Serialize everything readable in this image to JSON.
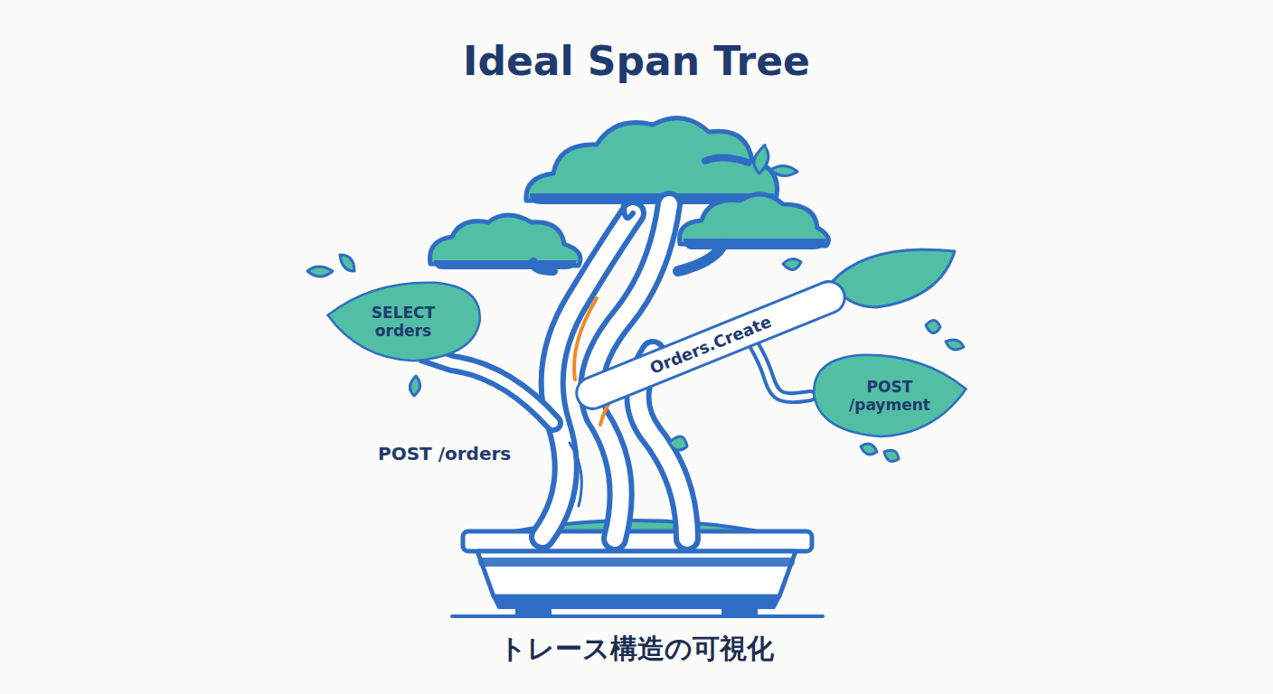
{
  "diagram": {
    "title": "Ideal Span Tree",
    "caption": "トレース構造の可視化",
    "nodes": [
      {
        "text": [
          "SELECT orders"
        ]
      },
      {
        "text": [
          "Orders.Create"
        ]
      },
      {
        "text": [
          "POST /payment"
        ]
      }
    ],
    "edges": [
      {
        "from": 1,
        "to": 2,
        "arrow": "none"
      }
    ],
    "labels": [
      "POST /orders"
    ]
  }
}
